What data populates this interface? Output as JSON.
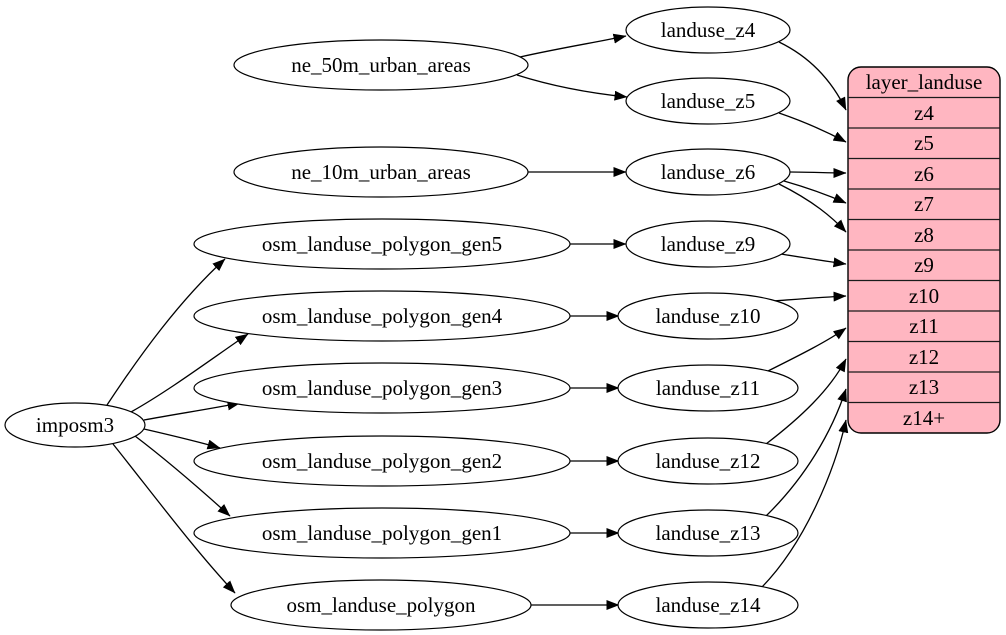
{
  "colors": {
    "background": "#ffffff",
    "node_fill": "#ffffff",
    "node_stroke": "#000000",
    "edge_stroke": "#000000",
    "record_fill": "#ffb6c1"
  },
  "nodes": {
    "imposm3": {
      "label": "imposm3"
    },
    "ne_50m_urban_areas": {
      "label": "ne_50m_urban_areas"
    },
    "ne_10m_urban_areas": {
      "label": "ne_10m_urban_areas"
    },
    "osm_landuse_polygon_gen5": {
      "label": "osm_landuse_polygon_gen5"
    },
    "osm_landuse_polygon_gen4": {
      "label": "osm_landuse_polygon_gen4"
    },
    "osm_landuse_polygon_gen3": {
      "label": "osm_landuse_polygon_gen3"
    },
    "osm_landuse_polygon_gen2": {
      "label": "osm_landuse_polygon_gen2"
    },
    "osm_landuse_polygon_gen1": {
      "label": "osm_landuse_polygon_gen1"
    },
    "osm_landuse_polygon": {
      "label": "osm_landuse_polygon"
    },
    "landuse_z4": {
      "label": "landuse_z4"
    },
    "landuse_z5": {
      "label": "landuse_z5"
    },
    "landuse_z6": {
      "label": "landuse_z6"
    },
    "landuse_z9": {
      "label": "landuse_z9"
    },
    "landuse_z10": {
      "label": "landuse_z10"
    },
    "landuse_z11": {
      "label": "landuse_z11"
    },
    "landuse_z12": {
      "label": "landuse_z12"
    },
    "landuse_z13": {
      "label": "landuse_z13"
    },
    "landuse_z14": {
      "label": "landuse_z14"
    }
  },
  "record": {
    "header": "layer_landuse",
    "rows": [
      "z4",
      "z5",
      "z6",
      "z7",
      "z8",
      "z9",
      "z10",
      "z11",
      "z12",
      "z13",
      "z14+"
    ]
  },
  "edges": [
    {
      "from": "ne_50m_urban_areas",
      "to": "landuse_z4"
    },
    {
      "from": "ne_50m_urban_areas",
      "to": "landuse_z5"
    },
    {
      "from": "ne_10m_urban_areas",
      "to": "landuse_z6"
    },
    {
      "from": "imposm3",
      "to": "osm_landuse_polygon_gen5"
    },
    {
      "from": "imposm3",
      "to": "osm_landuse_polygon_gen4"
    },
    {
      "from": "imposm3",
      "to": "osm_landuse_polygon_gen3"
    },
    {
      "from": "imposm3",
      "to": "osm_landuse_polygon_gen2"
    },
    {
      "from": "imposm3",
      "to": "osm_landuse_polygon_gen1"
    },
    {
      "from": "imposm3",
      "to": "osm_landuse_polygon"
    },
    {
      "from": "osm_landuse_polygon_gen5",
      "to": "landuse_z9"
    },
    {
      "from": "osm_landuse_polygon_gen4",
      "to": "landuse_z10"
    },
    {
      "from": "osm_landuse_polygon_gen3",
      "to": "landuse_z11"
    },
    {
      "from": "osm_landuse_polygon_gen2",
      "to": "landuse_z12"
    },
    {
      "from": "osm_landuse_polygon_gen1",
      "to": "landuse_z13"
    },
    {
      "from": "osm_landuse_polygon",
      "to": "landuse_z14"
    },
    {
      "from": "landuse_z4",
      "to": "layer_landuse:z4"
    },
    {
      "from": "landuse_z5",
      "to": "layer_landuse:z5"
    },
    {
      "from": "landuse_z6",
      "to": "layer_landuse:z6"
    },
    {
      "from": "landuse_z6",
      "to": "layer_landuse:z7"
    },
    {
      "from": "landuse_z6",
      "to": "layer_landuse:z8"
    },
    {
      "from": "landuse_z9",
      "to": "layer_landuse:z9"
    },
    {
      "from": "landuse_z10",
      "to": "layer_landuse:z10"
    },
    {
      "from": "landuse_z11",
      "to": "layer_landuse:z11"
    },
    {
      "from": "landuse_z12",
      "to": "layer_landuse:z12"
    },
    {
      "from": "landuse_z13",
      "to": "layer_landuse:z13"
    },
    {
      "from": "landuse_z14",
      "to": "layer_landuse:z14+"
    }
  ]
}
